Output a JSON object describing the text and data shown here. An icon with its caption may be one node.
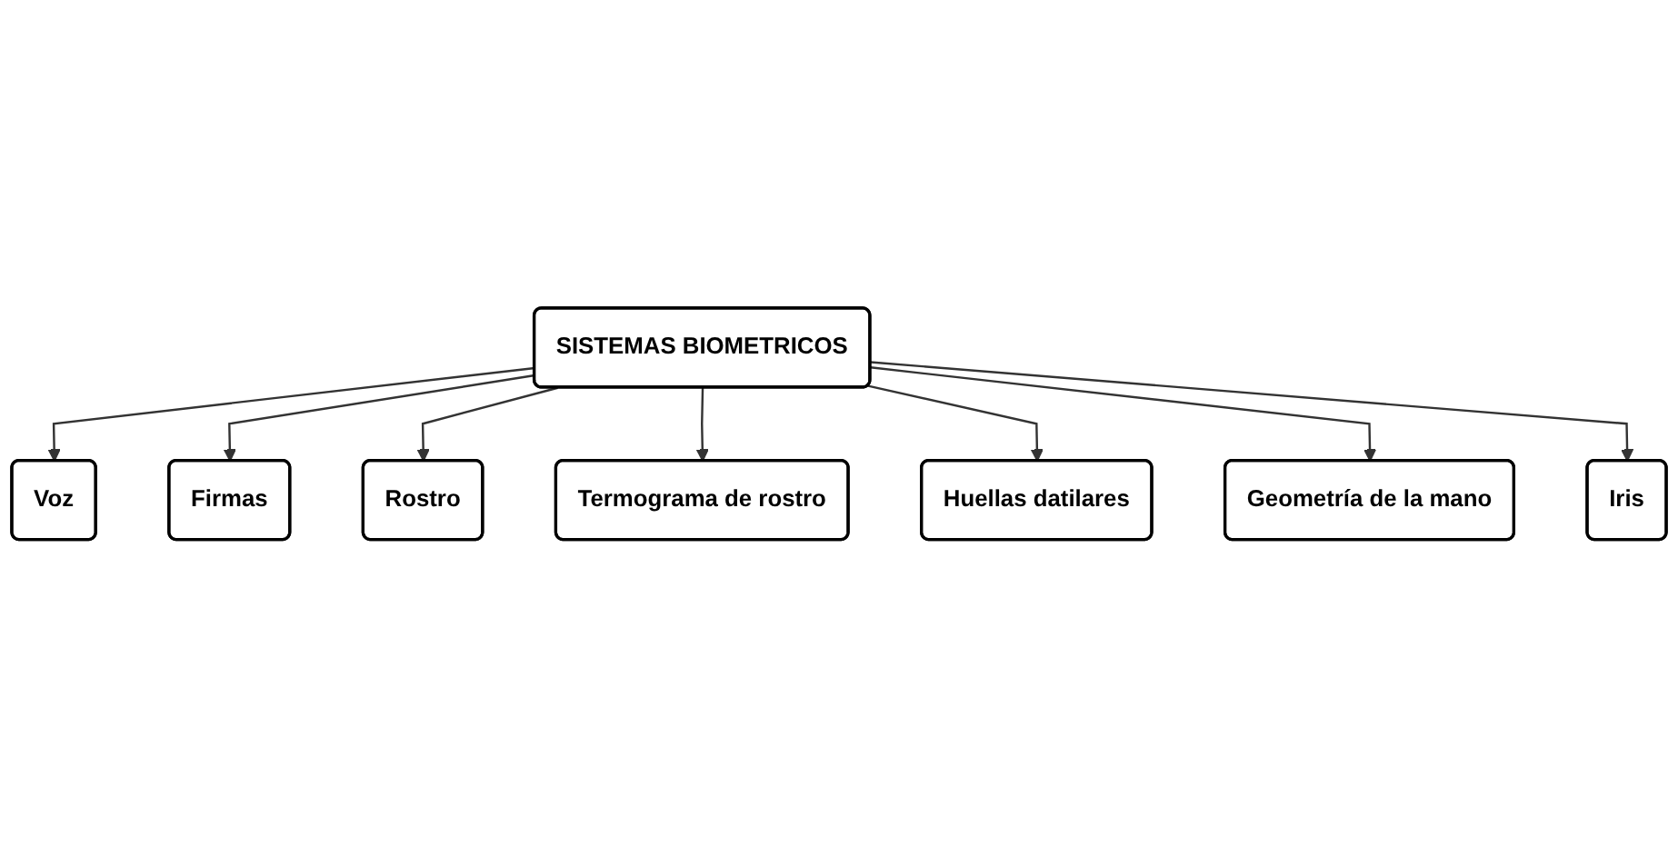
{
  "diagram": {
    "nodes": [
      {
        "text": [
          "SISTEMAS BIOMETRICOS"
        ]
      },
      {
        "text": [
          "Voz"
        ]
      },
      {
        "text": [
          "Firmas"
        ]
      },
      {
        "text": [
          "Rostro"
        ]
      },
      {
        "text": [
          "Termograma de rostro"
        ]
      },
      {
        "text": [
          "Huellas datilares"
        ]
      },
      {
        "text": [
          "Geometría de la mano"
        ]
      },
      {
        "text": [
          "Iris"
        ]
      }
    ],
    "edges": [
      {
        "from": 0,
        "to": 1,
        "arrow": "to"
      },
      {
        "from": 0,
        "to": 2,
        "arrow": "to"
      },
      {
        "from": 0,
        "to": 3,
        "arrow": "to"
      },
      {
        "from": 0,
        "to": 4,
        "arrow": "to"
      },
      {
        "from": 0,
        "to": 5,
        "arrow": "to"
      },
      {
        "from": 0,
        "to": 6,
        "arrow": "to"
      },
      {
        "from": 0,
        "to": 7,
        "arrow": "to"
      }
    ]
  }
}
